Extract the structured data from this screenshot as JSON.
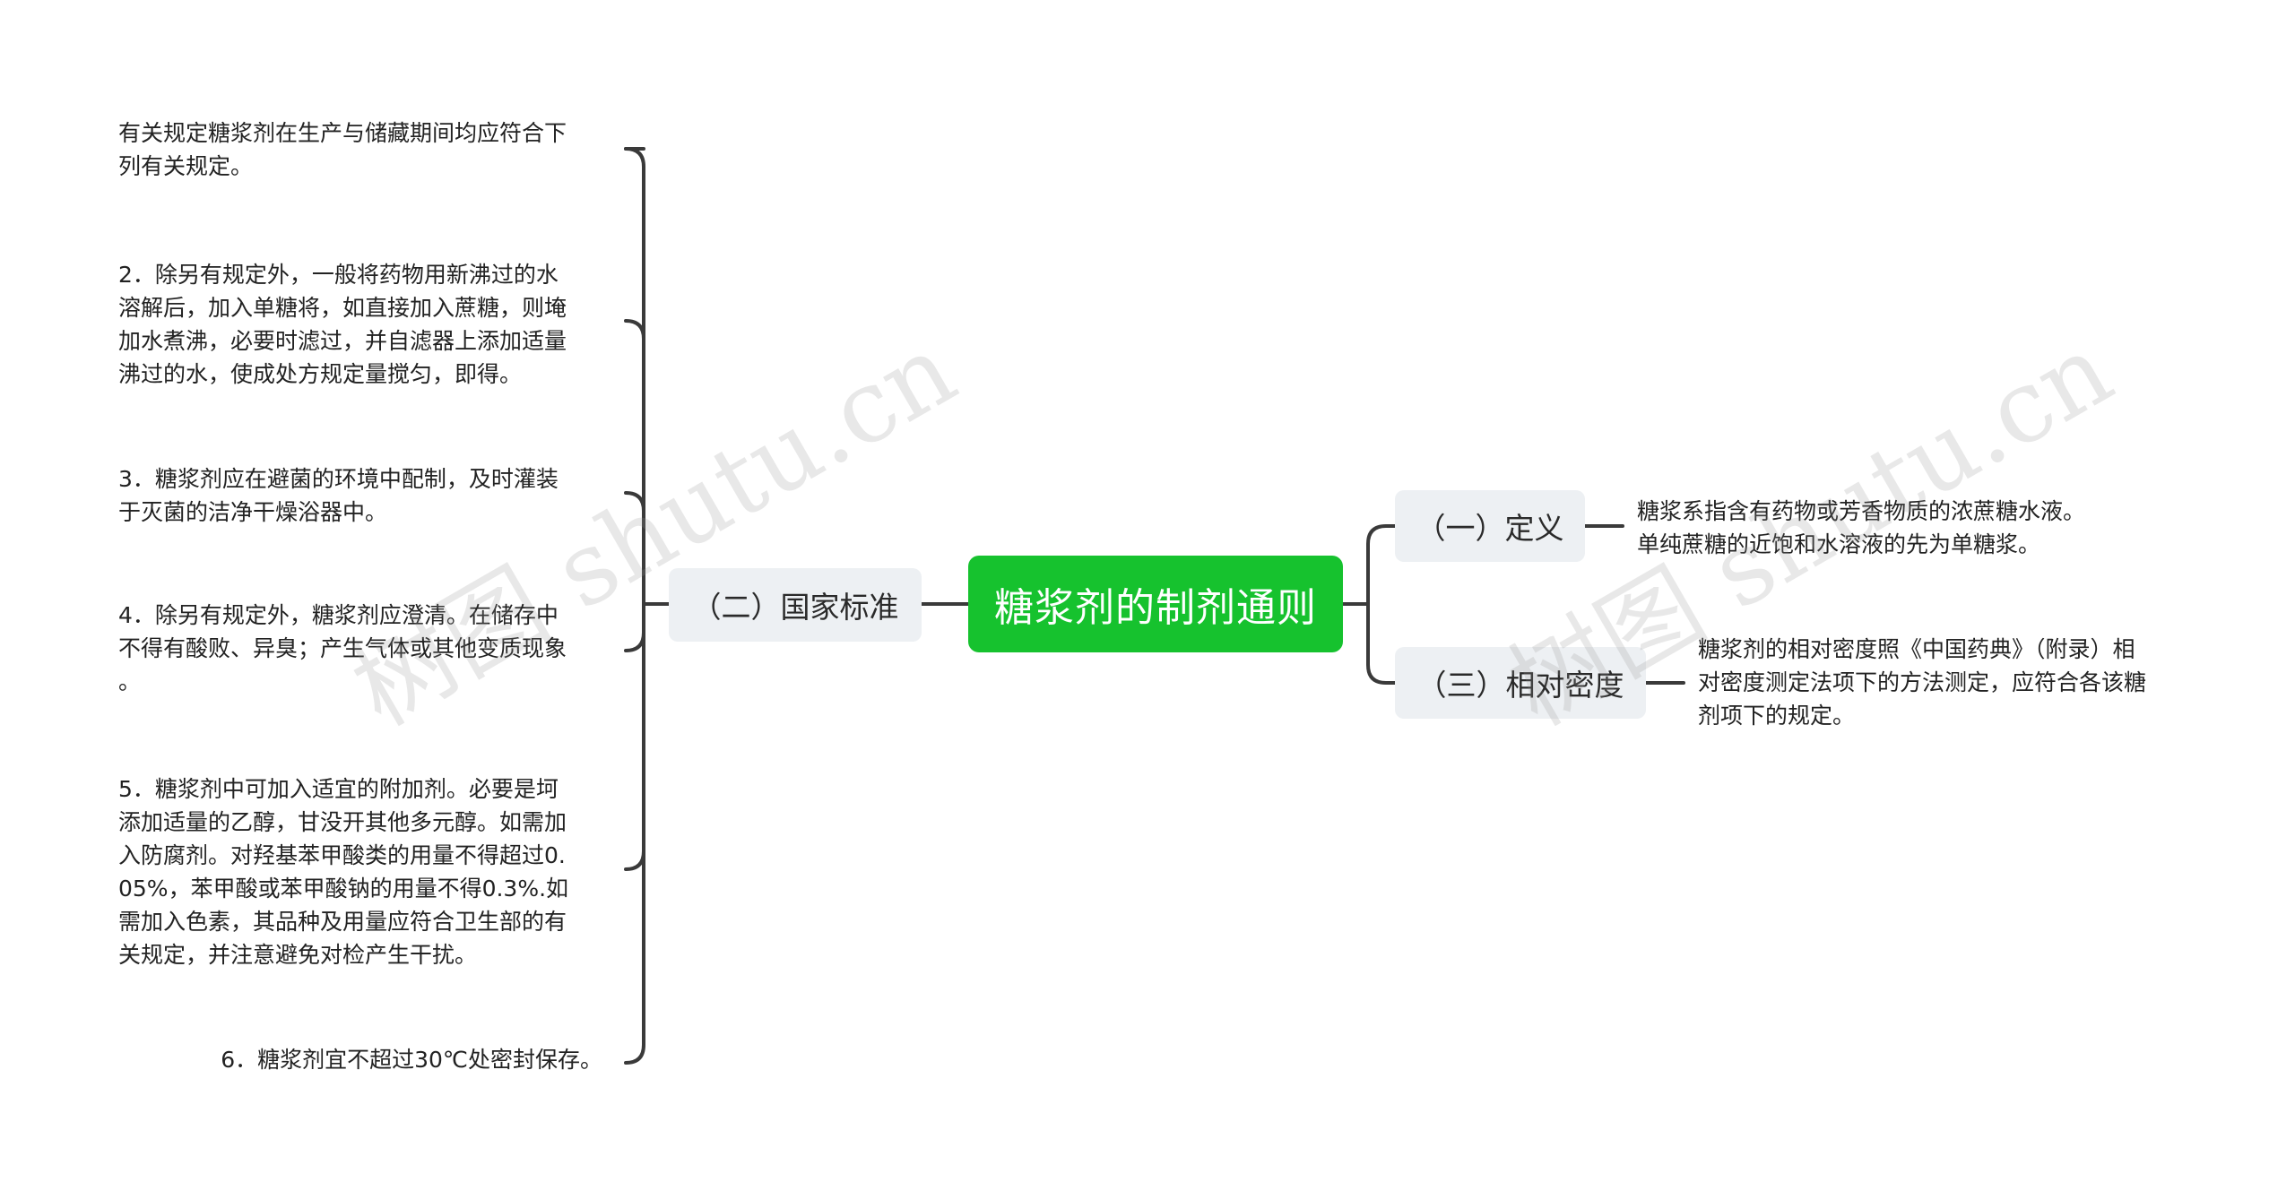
{
  "root": {
    "label": "糖浆剂的制剂通则"
  },
  "branches": {
    "standard": {
      "label": "（二）国家标准",
      "items": [
        {
          "lines": [
            "有关规定糖浆剂在生产与储藏期间均应符合下",
            "列有关规定。"
          ]
        },
        {
          "lines": [
            "2．除另有规定外，一般将药物用新沸过的水",
            "溶解后，加入单糖将，如直接加入蔗糖，则埯",
            "加水煮沸，必要时滤过，并自滤器上添加适量",
            "沸过的水，使成处方规定量搅匀，即得。"
          ]
        },
        {
          "lines": [
            "3．糖浆剂应在避菌的环境中配制，及时灌装",
            "于灭菌的洁净干燥浴器中。"
          ]
        },
        {
          "lines": [
            "4．除另有规定外，糖浆剂应澄清。在储存中",
            "不得有酸败、异臭；产生气体或其他变质现象",
            "。"
          ]
        },
        {
          "lines": [
            "5．糖浆剂中可加入适宜的附加剂。必要是坷",
            "添加适量的乙醇，甘没开其他多元醇。如需加",
            "入防腐剂。对羟基苯甲酸类的用量不得超过0.",
            "05%，苯甲酸或苯甲酸钠的用量不得0.3%.如",
            "需加入色素，其品种及用量应符合卫生部的有",
            "关规定，并注意避免对检产生干扰。"
          ]
        },
        {
          "lines": [
            "6．糖浆剂宜不超过30℃处密封保存。"
          ]
        }
      ]
    },
    "definition": {
      "label": "（一）定义",
      "items": [
        {
          "lines": [
            "糖浆系指含有药物或芳香物质的浓蔗糖水液。",
            "单纯蔗糖的近饱和水溶液的先为单糖浆。"
          ]
        }
      ]
    },
    "density": {
      "label": "（三）相对密度",
      "items": [
        {
          "lines": [
            "糖浆剂的相对密度照《中国药典》（附录）相",
            "对密度测定法项下的方法测定，应符合各该糖",
            "剂项下的规定。"
          ]
        }
      ]
    }
  },
  "watermarks": [
    "树图 shutu.cn",
    "树图 shutu.cn"
  ],
  "colors": {
    "root_bg": "#16c22e",
    "branch_bg": "#edf0f3",
    "edge": "#3a3a3a"
  }
}
